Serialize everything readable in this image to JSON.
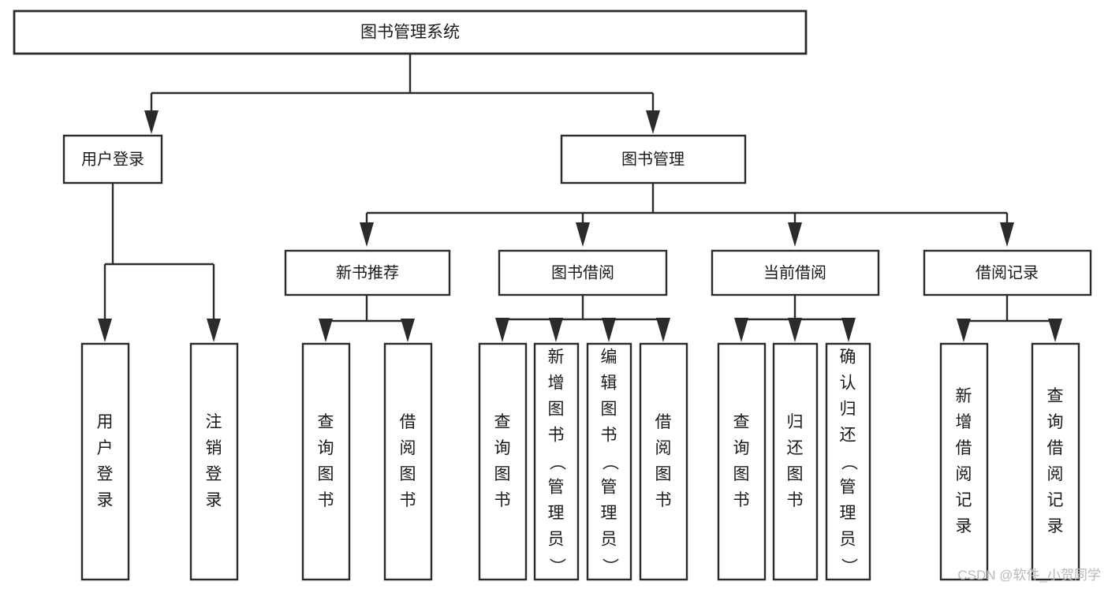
{
  "diagram": {
    "title": "图书管理系统",
    "type": "hierarchy-tree",
    "colors": {
      "background": "#ffffff",
      "box_fill": "#ffffff",
      "line": "#2b2b2b",
      "text": "#1a1a1a",
      "watermark": "#b9b9b9"
    },
    "root": {
      "label": "图书管理系统"
    },
    "level1": [
      {
        "label": "用户登录"
      },
      {
        "label": "图书管理"
      }
    ],
    "level2": [
      {
        "label": "新书推荐"
      },
      {
        "label": "图书借阅"
      },
      {
        "label": "当前借阅"
      },
      {
        "label": "借阅记录"
      }
    ],
    "leaves": {
      "user_login": [
        {
          "label": "用户登录"
        },
        {
          "label": "注销登录"
        }
      ],
      "new_book_recommend": [
        {
          "label": "查询图书"
        },
        {
          "label": "借阅图书"
        }
      ],
      "book_borrow": [
        {
          "label": "查询图书"
        },
        {
          "label": "新增图书（管理员）"
        },
        {
          "label": "编辑图书（管理员）"
        },
        {
          "label": "借阅图书"
        }
      ],
      "current_borrow": [
        {
          "label": "查询图书"
        },
        {
          "label": "归还图书"
        },
        {
          "label": "确认归还（管理员）"
        }
      ],
      "borrow_records": [
        {
          "label": "新增借阅记录"
        },
        {
          "label": "查询借阅记录"
        }
      ]
    },
    "watermark": {
      "text": "CSDN @软件_小贺同学"
    }
  }
}
